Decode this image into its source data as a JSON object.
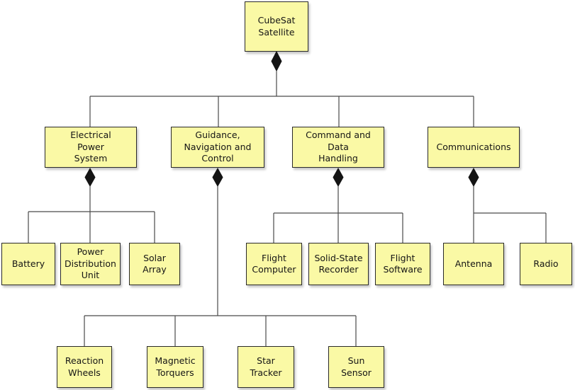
{
  "diagram_type": "composition-hierarchy",
  "colors": {
    "node_fill": "#faf9a5",
    "node_border": "#2a2a2a",
    "line": "#4a4a4a",
    "diamond": "#141414",
    "background": "#ffffff"
  },
  "nodes": {
    "cubesat": {
      "label": "CubeSat\nSatellite"
    },
    "eps": {
      "label": "Electrical\nPower\nSystem"
    },
    "gnc": {
      "label": "Guidance,\nNavigation and\nControl"
    },
    "cdh": {
      "label": "Command and\nData\nHandling"
    },
    "comms": {
      "label": "Communications"
    },
    "battery": {
      "label": "Battery"
    },
    "pdu": {
      "label": "Power\nDistribution\nUnit"
    },
    "solar_array": {
      "label": "Solar\nArray"
    },
    "flight_computer": {
      "label": "Flight\nComputer"
    },
    "ssr": {
      "label": "Solid-State\nRecorder"
    },
    "flight_software": {
      "label": "Flight\nSoftware"
    },
    "antenna": {
      "label": "Antenna"
    },
    "radio": {
      "label": "Radio"
    },
    "reaction_wheels": {
      "label": "Reaction\nWheels"
    },
    "magnetic_torquers": {
      "label": "Magnetic\nTorquers"
    },
    "star_tracker": {
      "label": "Star\nTracker"
    },
    "sun_sensor": {
      "label": "Sun\nSensor"
    }
  },
  "relations": [
    {
      "parent": "cubesat",
      "type": "composition",
      "children": [
        "eps",
        "gnc",
        "cdh",
        "comms"
      ]
    },
    {
      "parent": "eps",
      "type": "composition",
      "children": [
        "battery",
        "pdu",
        "solar_array"
      ]
    },
    {
      "parent": "gnc",
      "type": "composition",
      "children": [
        "reaction_wheels",
        "magnetic_torquers",
        "star_tracker",
        "sun_sensor"
      ]
    },
    {
      "parent": "cdh",
      "type": "composition",
      "children": [
        "flight_computer",
        "ssr",
        "flight_software"
      ]
    },
    {
      "parent": "comms",
      "type": "composition",
      "children": [
        "antenna",
        "radio"
      ]
    }
  ]
}
